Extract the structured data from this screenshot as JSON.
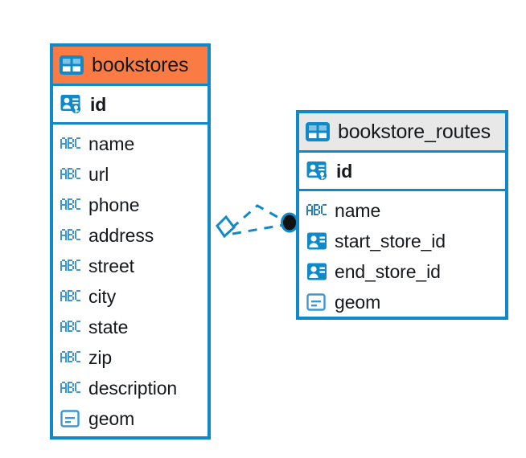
{
  "diagram": {
    "type": "entity-relationship-diagram",
    "colors": {
      "accent_blue": "#1089c8",
      "header_orange": "#fb7b45",
      "header_gray": "#e8e8e8",
      "text": "#16191c",
      "background": "#ffffff",
      "connector_dash": "#1089c8",
      "connector_endpoint": "#111111"
    },
    "entities": [
      {
        "name": "bookstores",
        "header_icon": "table-icon",
        "header_style": "accent-orange",
        "primary_keys": [
          {
            "label": "id",
            "icon": "primary-key-icon",
            "type": "key"
          }
        ],
        "fields": [
          {
            "label": "name",
            "icon": "text-type-icon",
            "type": "abc"
          },
          {
            "label": "url",
            "icon": "text-type-icon",
            "type": "abc"
          },
          {
            "label": "phone",
            "icon": "text-type-icon",
            "type": "abc"
          },
          {
            "label": "address",
            "icon": "text-type-icon",
            "type": "abc"
          },
          {
            "label": "street",
            "icon": "text-type-icon",
            "type": "abc"
          },
          {
            "label": "city",
            "icon": "text-type-icon",
            "type": "abc"
          },
          {
            "label": "state",
            "icon": "text-type-icon",
            "type": "abc"
          },
          {
            "label": "zip",
            "icon": "text-type-icon",
            "type": "abc"
          },
          {
            "label": "description",
            "icon": "text-type-icon",
            "type": "abc"
          },
          {
            "label": "geom",
            "icon": "geometry-icon",
            "type": "geom"
          }
        ]
      },
      {
        "name": "bookstore_routes",
        "header_icon": "table-icon",
        "header_style": "accent-gray",
        "primary_keys": [
          {
            "label": "id",
            "icon": "primary-key-icon",
            "type": "key"
          }
        ],
        "fields": [
          {
            "label": "name",
            "icon": "text-type-icon",
            "type": "abc"
          },
          {
            "label": "start_store_id",
            "icon": "foreign-key-icon",
            "type": "fk"
          },
          {
            "label": "end_store_id",
            "icon": "foreign-key-icon",
            "type": "fk"
          },
          {
            "label": "geom",
            "icon": "geometry-icon",
            "type": "geom"
          }
        ]
      }
    ],
    "relationship": {
      "from_entity": "bookstores",
      "to_entity": "bookstore_routes",
      "from_symbol": "diamond",
      "to_symbol": "filled-circle",
      "line_style": "dashed",
      "branches": 2
    }
  }
}
